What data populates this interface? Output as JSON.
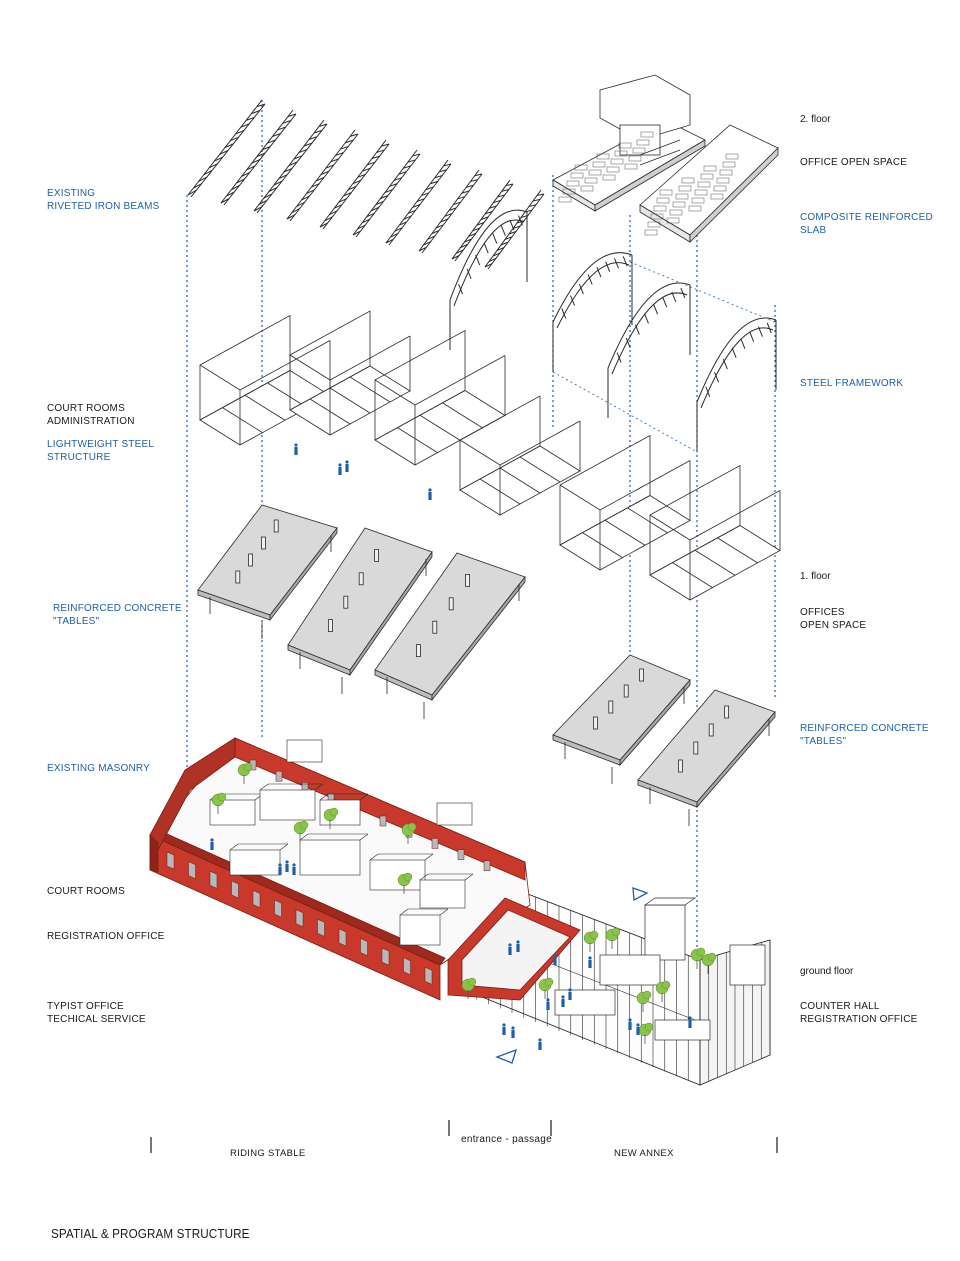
{
  "title": "SPATIAL & PROGRAM STRUCTURE",
  "left_labels": [
    {
      "id": "iron-beams",
      "text": "EXISTING\nRIVETED IRON BEAMS",
      "tone": "blue"
    },
    {
      "id": "court-admin",
      "text": "COURT ROOMS\nADMINISTRATION",
      "tone": "black"
    },
    {
      "id": "lw-steel",
      "text": "LIGHTWEIGHT STEEL\nSTRUCTURE",
      "tone": "blue"
    },
    {
      "id": "rc-tables-left",
      "text": "REINFORCED CONCRETE\n\"TABLES\"",
      "tone": "blue"
    },
    {
      "id": "masonry",
      "text": "EXISTING MASONRY",
      "tone": "blue"
    },
    {
      "id": "court-rooms",
      "text": "COURT ROOMS",
      "tone": "black"
    },
    {
      "id": "registration",
      "text": "REGISTRATION OFFICE",
      "tone": "black"
    },
    {
      "id": "typist",
      "text": "TYPIST OFFICE\nTECHICAL SERVICE",
      "tone": "black"
    }
  ],
  "right_labels": [
    {
      "id": "floor-2",
      "text": "2. floor",
      "tone": "black"
    },
    {
      "id": "office-open-space",
      "text": "OFFICE OPEN SPACE",
      "tone": "black"
    },
    {
      "id": "composite-slab",
      "text": "COMPOSITE REINFORCED\nSLAB",
      "tone": "blue"
    },
    {
      "id": "steel-framework",
      "text": "STEEL FRAMEWORK",
      "tone": "blue"
    },
    {
      "id": "floor-1",
      "text": "1. floor",
      "tone": "black"
    },
    {
      "id": "offices-open-space",
      "text": "OFFICES\nOPEN SPACE",
      "tone": "black"
    },
    {
      "id": "rc-tables-right",
      "text": "REINFORCED CONCRETE\n\"TABLES\"",
      "tone": "blue"
    },
    {
      "id": "ground-floor",
      "text": "ground floor",
      "tone": "black"
    },
    {
      "id": "counter-hall",
      "text": "COUNTER HALL\nREGISTRATION OFFICE",
      "tone": "black"
    }
  ],
  "zones": {
    "riding_stable": "RIDING STABLE",
    "entrance": "entrance - passage",
    "new_annex": "NEW ANNEX"
  },
  "colors": {
    "masonry": "#c8392b",
    "masonry_dark": "#9e2a1f",
    "blue": "#1f5fa8",
    "slab": "#d9d9d9",
    "line": "#2b2b2b",
    "tree": "#8bc34a"
  }
}
